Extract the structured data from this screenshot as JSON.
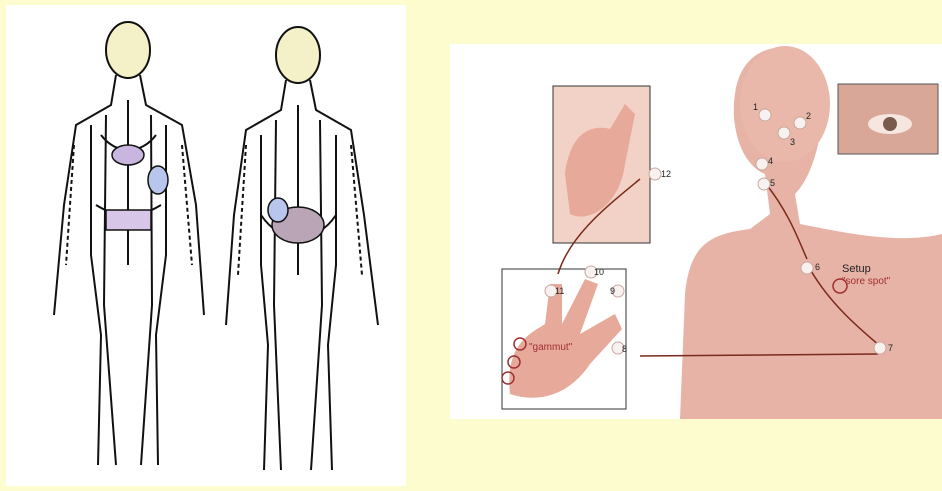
{
  "right_figure": {
    "points": [
      {
        "label": "1"
      },
      {
        "label": "2"
      },
      {
        "label": "3"
      },
      {
        "label": "4"
      },
      {
        "label": "5"
      },
      {
        "label": "6"
      },
      {
        "label": "7"
      },
      {
        "label": "8"
      },
      {
        "label": "9"
      },
      {
        "label": "10"
      },
      {
        "label": "11"
      },
      {
        "label": "12"
      }
    ],
    "setup_label": "Setup",
    "sore_spot_label": "\"sore spot\"",
    "gamut_label": "\"gammut\""
  },
  "colors": {
    "background": "#fdfccf",
    "skin": "#e8b3a7",
    "meridian": "#111111",
    "accent_arrow": "#7a2a1a",
    "spot_red": "#a03030"
  }
}
